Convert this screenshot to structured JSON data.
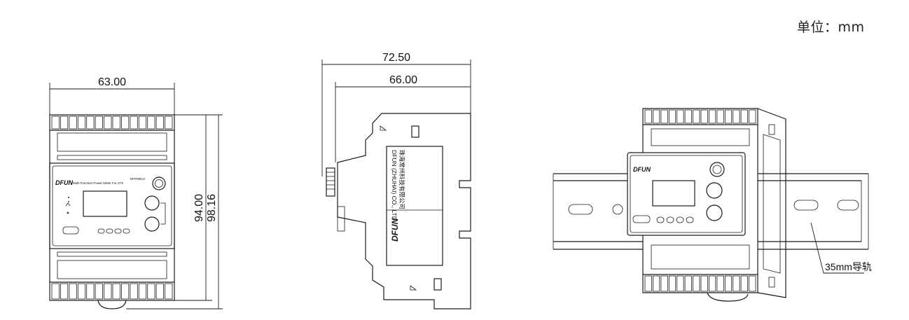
{
  "unit_label": "单位：mm",
  "front_view": {
    "width_dim": "63.00",
    "height_dim_inner": "94.00",
    "height_dim_outer": "98.16",
    "brand": "DFUN",
    "product_name": "Multi Function Power Meter For ATS",
    "model": "DFPM91H"
  },
  "side_view": {
    "width_dim_outer": "72.50",
    "width_dim_inner": "66.00",
    "label_company_cn": "珠海常州科技有限公司",
    "label_company_en": "DFUN (ZHUHAI) CO., LTD",
    "brand": "DFUN"
  },
  "iso_view": {
    "brand": "DFUN",
    "rail_label": "35mm导轨"
  },
  "colors": {
    "line": "#1a1a1a",
    "background": "#ffffff"
  }
}
